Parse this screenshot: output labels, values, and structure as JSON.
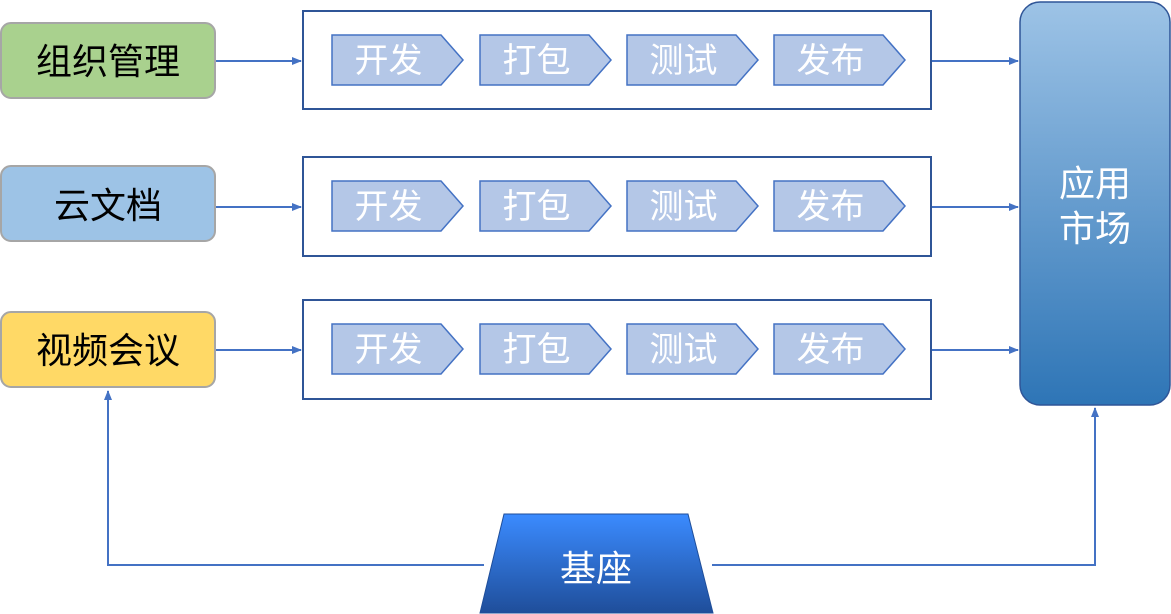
{
  "modules": [
    {
      "label": "组织管理",
      "color": "#A9D18E"
    },
    {
      "label": "云文档",
      "color": "#9DC3E6"
    },
    {
      "label": "视频会议",
      "color": "#FFD966"
    }
  ],
  "pipeline": {
    "steps": [
      "开发",
      "打包",
      "测试",
      "发布"
    ],
    "step_fill": "#B4C7E7",
    "step_stroke": "#4472C4",
    "frame_stroke": "#2F5597"
  },
  "market": {
    "line1": "应用",
    "line2": "市场",
    "gradient_top": "#9DC3E6",
    "gradient_bottom": "#2E75B6"
  },
  "base": {
    "label": "基座",
    "gradient_top": "#3B8BFF",
    "gradient_bottom": "#1F4E9A"
  },
  "arrow_color": "#4472C4"
}
